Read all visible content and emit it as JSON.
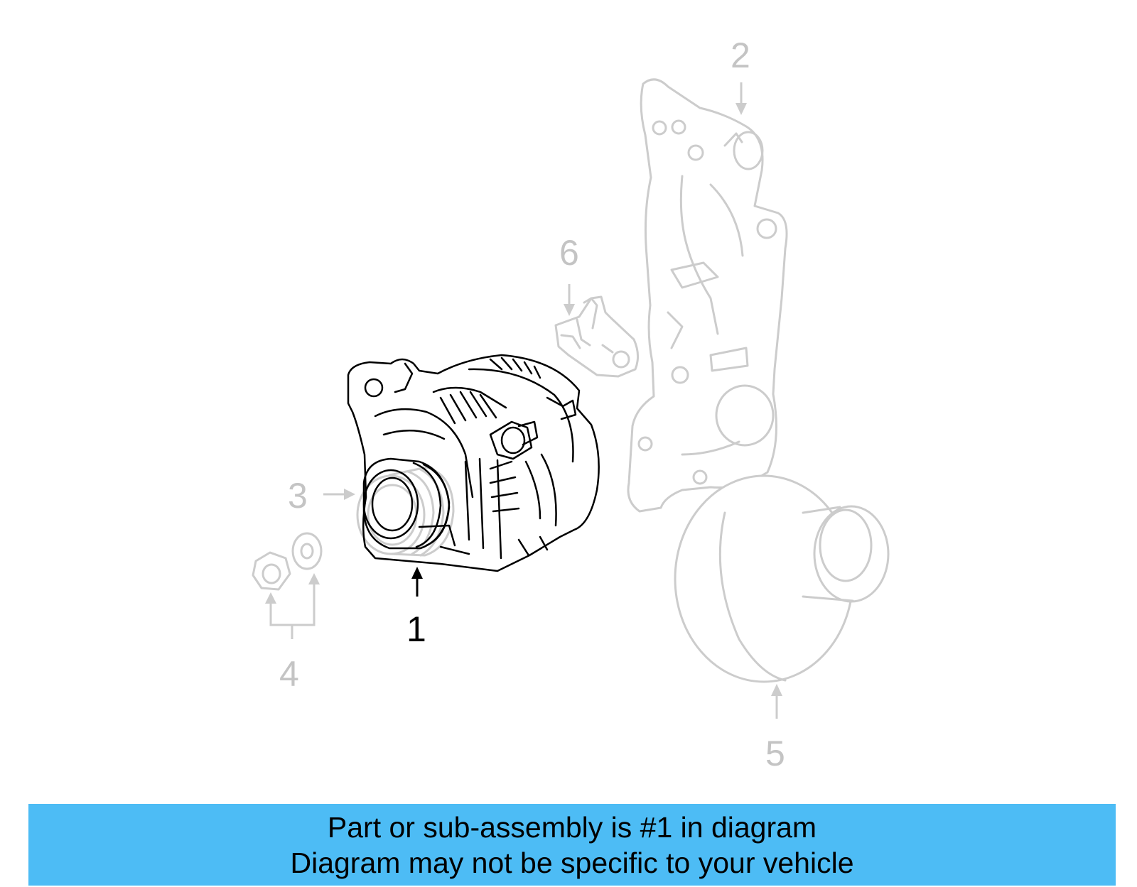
{
  "diagram": {
    "callouts": [
      {
        "number": "1",
        "highlighted": true
      },
      {
        "number": "2",
        "highlighted": false
      },
      {
        "number": "3",
        "highlighted": false
      },
      {
        "number": "4",
        "highlighted": false
      },
      {
        "number": "5",
        "highlighted": false
      },
      {
        "number": "6",
        "highlighted": false
      }
    ],
    "highlight_color": "#4dbcf5",
    "ghost_color": "#cccccc"
  },
  "banner": {
    "line1": "Part or sub-assembly is #1 in diagram",
    "line2": "Diagram may not be specific to your vehicle",
    "background": "#4dbcf5"
  }
}
